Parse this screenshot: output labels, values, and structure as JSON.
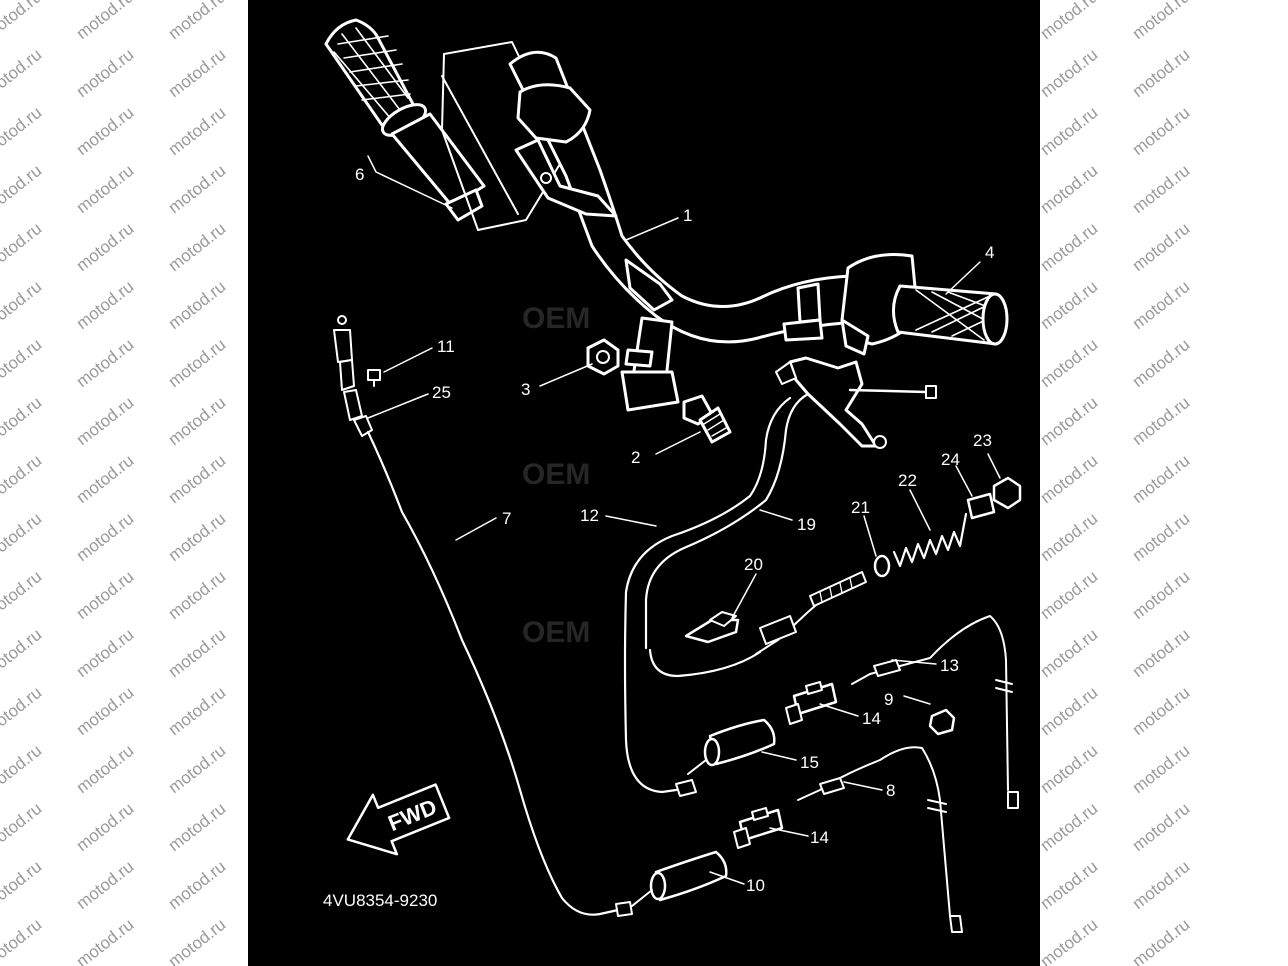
{
  "diagram": {
    "part_code": "4VU8354-9230",
    "direction_label": "FWD",
    "watermark_text": "motod.ru",
    "ghost_mark": "OEM",
    "callouts": [
      {
        "id": "1",
        "label": "1"
      },
      {
        "id": "2",
        "label": "2"
      },
      {
        "id": "3",
        "label": "3"
      },
      {
        "id": "4",
        "label": "4"
      },
      {
        "id": "6",
        "label": "6"
      },
      {
        "id": "7",
        "label": "7"
      },
      {
        "id": "8",
        "label": "8"
      },
      {
        "id": "9",
        "label": "9"
      },
      {
        "id": "10",
        "label": "10"
      },
      {
        "id": "11",
        "label": "11"
      },
      {
        "id": "12",
        "label": "12"
      },
      {
        "id": "13",
        "label": "13"
      },
      {
        "id": "14a",
        "label": "14"
      },
      {
        "id": "14b",
        "label": "14"
      },
      {
        "id": "15",
        "label": "15"
      },
      {
        "id": "19",
        "label": "19"
      },
      {
        "id": "20",
        "label": "20"
      },
      {
        "id": "21",
        "label": "21"
      },
      {
        "id": "22",
        "label": "22"
      },
      {
        "id": "23",
        "label": "23"
      },
      {
        "id": "24",
        "label": "24"
      },
      {
        "id": "25",
        "label": "25"
      }
    ]
  },
  "colors": {
    "panel_background": "#000000",
    "page_background": "#ffffff",
    "line_art": "#ffffff",
    "watermark": "#9a9a9a"
  }
}
